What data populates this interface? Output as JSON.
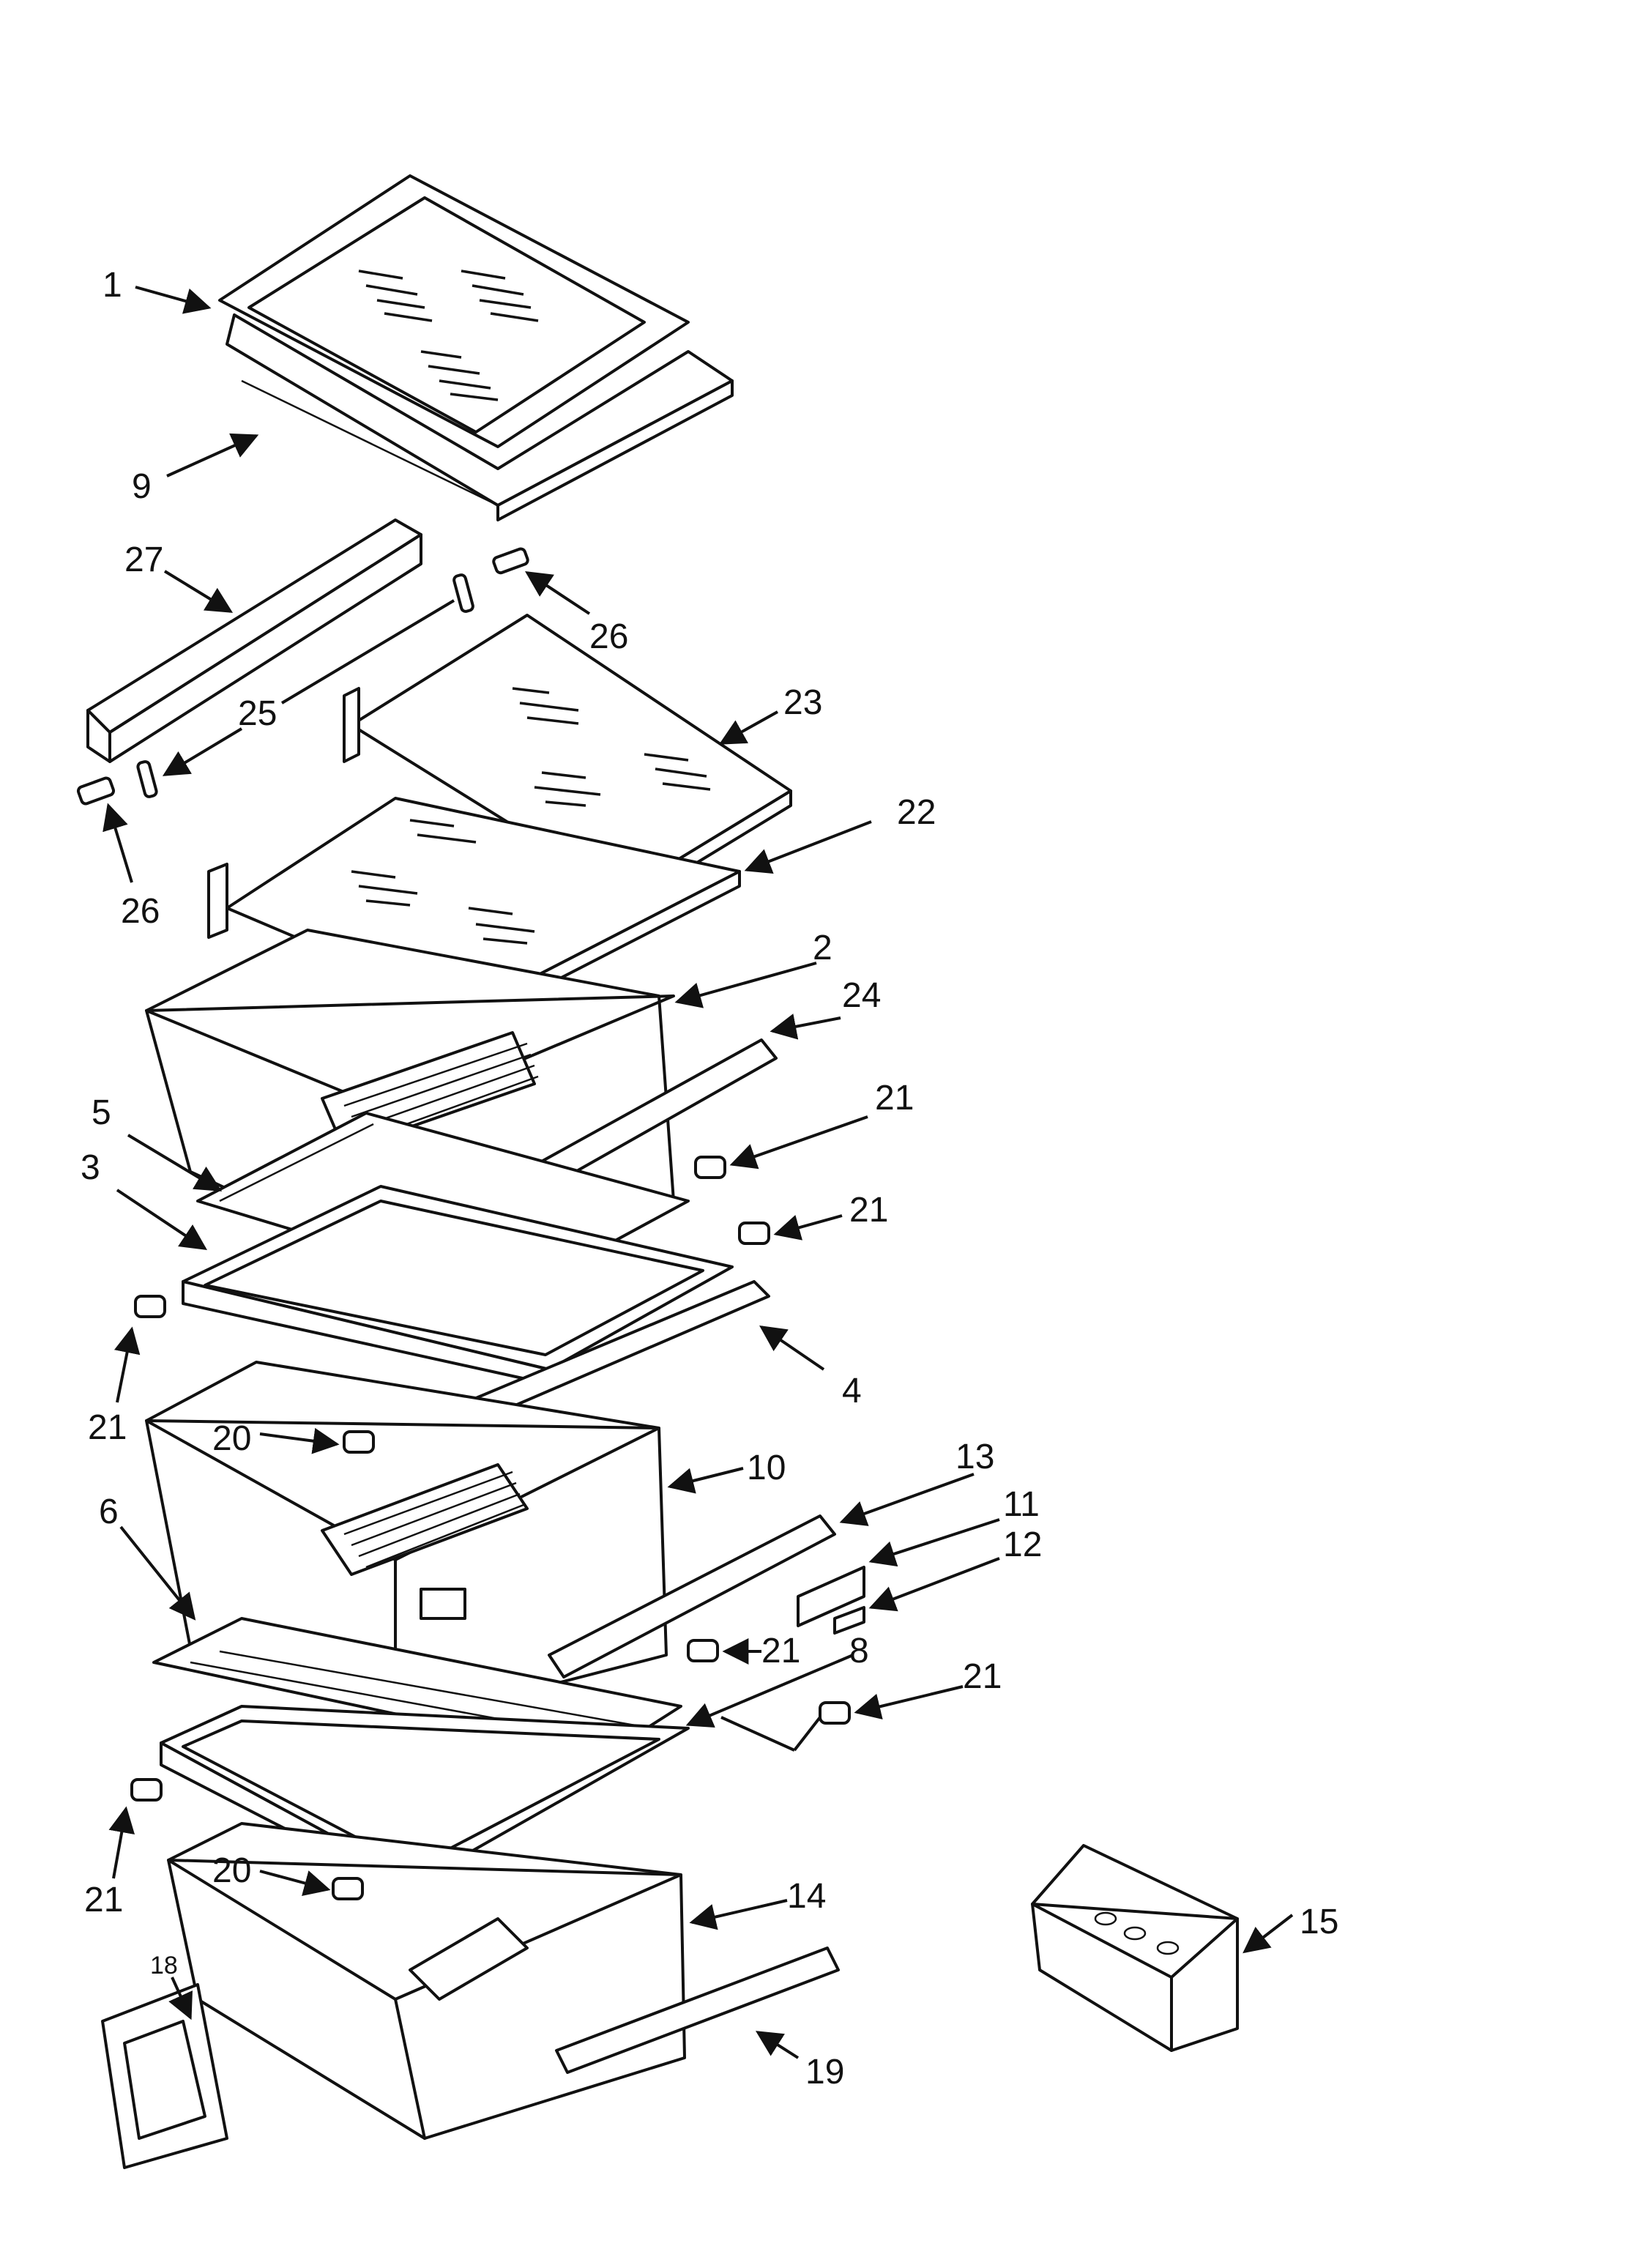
{
  "callouts": {
    "c1": "1",
    "c9": "9",
    "c27": "27",
    "c26a": "26",
    "c26b": "26",
    "c25": "25",
    "c23": "23",
    "c22": "22",
    "c2": "2",
    "c24": "24",
    "c21a": "21",
    "c21b": "21",
    "c21c": "21",
    "c21d": "21",
    "c21e": "21",
    "c21f": "21",
    "c5": "5",
    "c3": "3",
    "c4": "4",
    "c20a": "20",
    "c20b": "20",
    "c10": "10",
    "c13": "13",
    "c11": "11",
    "c12": "12",
    "c8": "8",
    "c6": "6",
    "c14": "14",
    "c15": "15",
    "c18": "18",
    "c19": "19"
  }
}
